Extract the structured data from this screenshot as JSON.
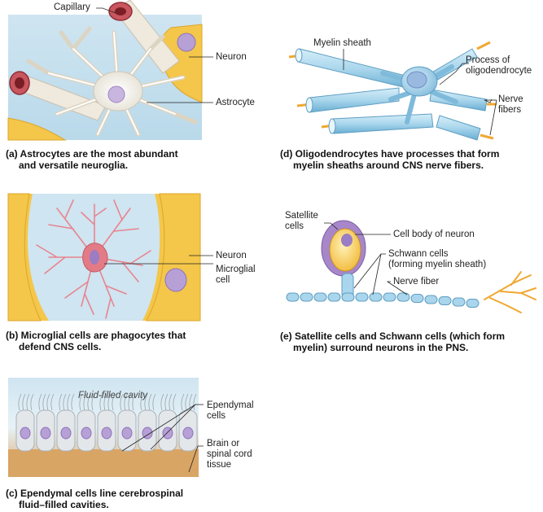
{
  "panel_a": {
    "labels": {
      "capillary": "Capillary",
      "neuron": "Neuron",
      "astrocyte": "Astrocyte"
    },
    "caption": {
      "line1": "(a) Astrocytes are the most abundant",
      "line2": "and versatile neuroglia."
    }
  },
  "panel_b": {
    "labels": {
      "neuron": "Neuron",
      "microglial_1": "Microglial",
      "microglial_2": "cell"
    },
    "caption": {
      "line1": "(b) Microglial cells are phagocytes that",
      "line2": "defend CNS cells."
    }
  },
  "panel_c": {
    "labels": {
      "cavity": "Fluid-filled cavity",
      "ependymal_1": "Ependymal",
      "ependymal_2": "cells",
      "brain_1": "Brain or",
      "brain_2": "spinal cord",
      "brain_3": "tissue"
    },
    "caption": {
      "line1": "(c) Ependymal cells line cerebrospinal",
      "line2": "fluid–filled cavities."
    }
  },
  "panel_d": {
    "labels": {
      "myelin": "Myelin sheath",
      "process_1": "Process of",
      "process_2": "oligodendrocyte",
      "nerve_1": "Nerve",
      "nerve_2": "fibers"
    },
    "caption": {
      "line1": "(d) Oligodendrocytes have processes that form",
      "line2": "myelin sheaths around CNS nerve fibers."
    }
  },
  "panel_e": {
    "labels": {
      "satellite_1": "Satellite",
      "satellite_2": "cells",
      "cellbody": "Cell body of neuron",
      "schwann_1": "Schwann cells",
      "schwann_2": "(forming myelin sheath)",
      "nervefiber": "Nerve fiber"
    },
    "caption": {
      "line1": "(e) Satellite cells and Schwann cells (which form",
      "line2": "myelin) surround neurons in the PNS."
    }
  },
  "colors": {
    "glia_yellow": "#f4c64a",
    "myelin_blue": "#a9d6ec",
    "astrocyte": "#f1eee6",
    "microglia": "#e37b86",
    "purple_nucleus": "#b7a0d6",
    "capillary_red": "#c9565f",
    "tissue_tan": "#d9a565"
  }
}
